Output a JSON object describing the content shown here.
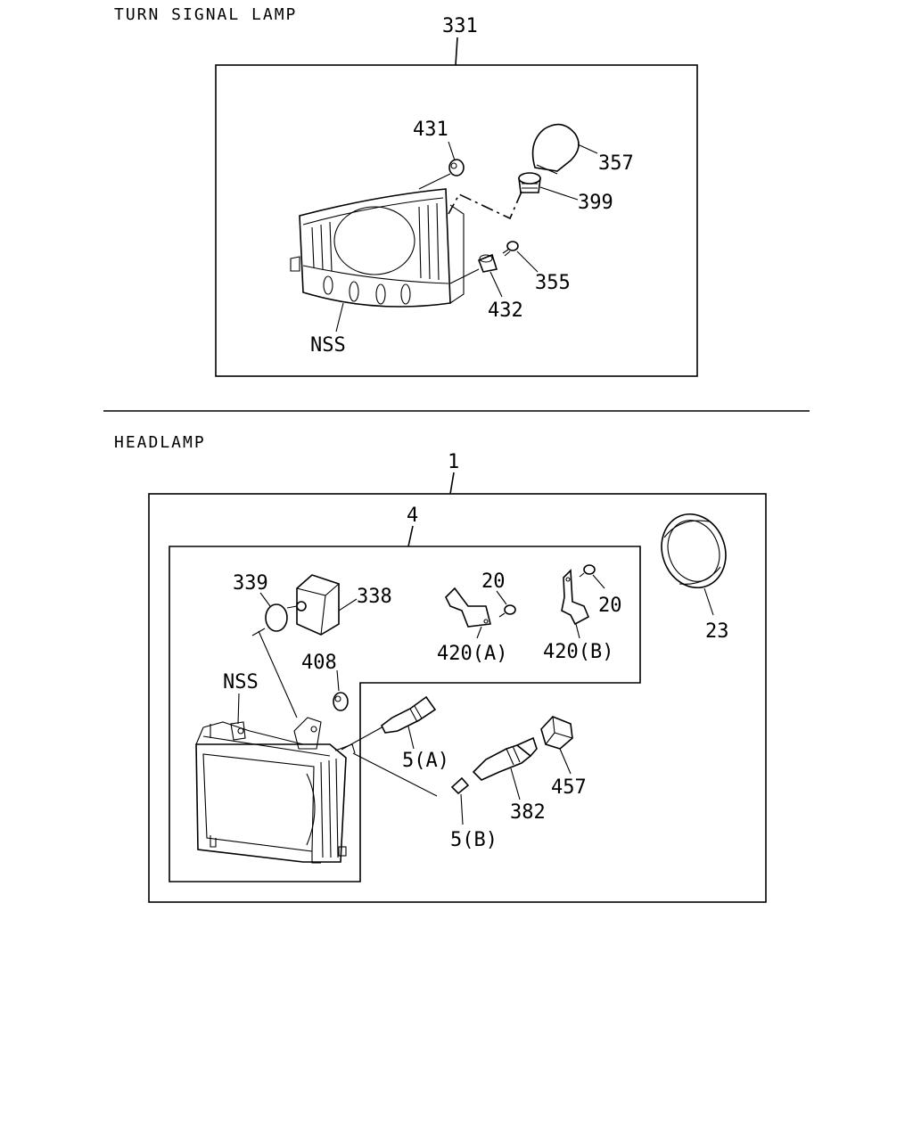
{
  "sections": {
    "turn_signal": {
      "title": "TURN SIGNAL LAMP",
      "callouts": {
        "assembly": "331",
        "c431": "431",
        "c357": "357",
        "c399": "399",
        "c355": "355",
        "c432": "432",
        "nss": "NSS"
      }
    },
    "headlamp": {
      "title": "HEADLAMP",
      "callouts": {
        "assembly": "1",
        "sub_assembly": "4",
        "c339": "339",
        "c338": "338",
        "c20a": "20",
        "c420a": "420(A)",
        "c20b": "20",
        "c420b": "420(B)",
        "c23": "23",
        "c408": "408",
        "nss": "NSS",
        "c5a": "5(A)",
        "c5b": "5(B)",
        "c382": "382",
        "c457": "457"
      }
    }
  }
}
